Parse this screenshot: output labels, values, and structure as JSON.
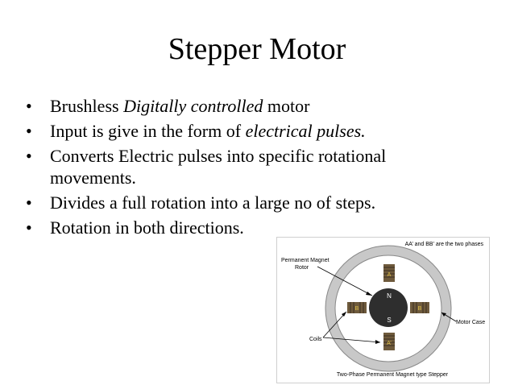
{
  "slide": {
    "title": "Stepper Motor",
    "bullets": [
      {
        "parts": [
          {
            "t": "Brushless ",
            "i": false
          },
          {
            "t": "Digitally controlled",
            "i": true
          },
          {
            "t": " motor",
            "i": false
          }
        ]
      },
      {
        "parts": [
          {
            "t": "Input is give in the form of ",
            "i": false
          },
          {
            "t": "electrical pulses.",
            "i": true
          }
        ]
      },
      {
        "parts": [
          {
            "t": "Converts Electric pulses into specific rotational movements.",
            "i": false
          }
        ]
      },
      {
        "parts": [
          {
            "t": "Divides a full rotation into a large no of steps.",
            "i": false
          }
        ]
      },
      {
        "parts": [
          {
            "t": "Rotation in both directions.",
            "i": false
          }
        ]
      }
    ],
    "bullet_glyph": "•"
  },
  "figure": {
    "top_note": "AA’ and BB’ are the two phases",
    "rotor_label_line1": "Permanent Magnet",
    "rotor_label_line2": "Rotor",
    "coils_label": "Coils",
    "case_label": "Motor Case",
    "caption": "Two-Phase Permanent Magnet type Stepper",
    "coil_a": "A",
    "coil_a_prime": "A’",
    "coil_b": "B",
    "coil_b_prime": "B",
    "pole_n": "N",
    "pole_s": "S",
    "colors": {
      "ring": "#c8c8c8",
      "coil": "#6e5a3c",
      "rotor": "#2e2e2e",
      "coil_text": "#e8c64a"
    }
  }
}
